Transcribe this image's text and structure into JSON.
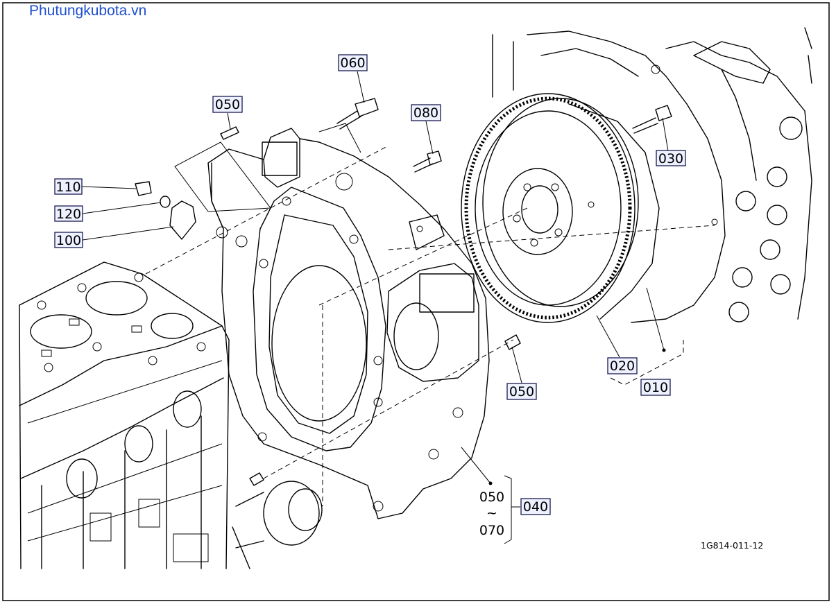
{
  "watermark": "Phutungkubota.vn",
  "drawing_ref": "1G814-011-12",
  "range": {
    "from": "050",
    "separator": "~",
    "to": "070",
    "group": "040"
  },
  "parts": [
    {
      "id": "060",
      "label": "060"
    },
    {
      "id": "050-top",
      "label": "050"
    },
    {
      "id": "080",
      "label": "080"
    },
    {
      "id": "110",
      "label": "110"
    },
    {
      "id": "120",
      "label": "120"
    },
    {
      "id": "100",
      "label": "100"
    },
    {
      "id": "030",
      "label": "030"
    },
    {
      "id": "020",
      "label": "020"
    },
    {
      "id": "010",
      "label": "010"
    },
    {
      "id": "050-mid",
      "label": "050"
    },
    {
      "id": "040",
      "label": "040"
    }
  ]
}
